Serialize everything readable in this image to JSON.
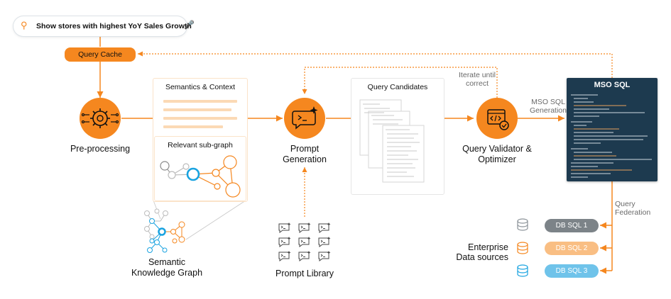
{
  "search": {
    "query": "Show stores with highest YoY Sales Growth"
  },
  "query_cache": {
    "label": "Query Cache"
  },
  "preprocessing": {
    "label": "Pre-processing"
  },
  "semantics": {
    "title": "Semantics & Context",
    "subgraph_title": "Relevant sub-graph"
  },
  "knowledge_graph": {
    "label": "Semantic Knowledge Graph"
  },
  "prompt_generation": {
    "label": "Prompt Generation"
  },
  "prompt_library": {
    "label": "Prompt Library"
  },
  "query_candidates": {
    "title": "Query Candidates"
  },
  "iterate": {
    "label": "Iterate until correct"
  },
  "validator": {
    "label": "Query Validator & Optimizer"
  },
  "mso_generation": {
    "label": "MSO SQL Generation"
  },
  "mso_sql": {
    "title": "MSO SQL"
  },
  "federation": {
    "label": "Query Federation"
  },
  "enterprise": {
    "label": "Enterprise Data sources"
  },
  "db_sources": [
    {
      "label": "DB SQL 1",
      "color": "#7c8388"
    },
    {
      "label": "DB SQL 2",
      "color": "#f9be83"
    },
    {
      "label": "DB SQL 3",
      "color": "#6fc3ea"
    }
  ],
  "colors": {
    "orange": "#f5871f",
    "navy": "#1d3a4f",
    "blue": "#1aa3e0",
    "light_orange": "#fbd9b5",
    "gray": "#8a8a8a"
  }
}
